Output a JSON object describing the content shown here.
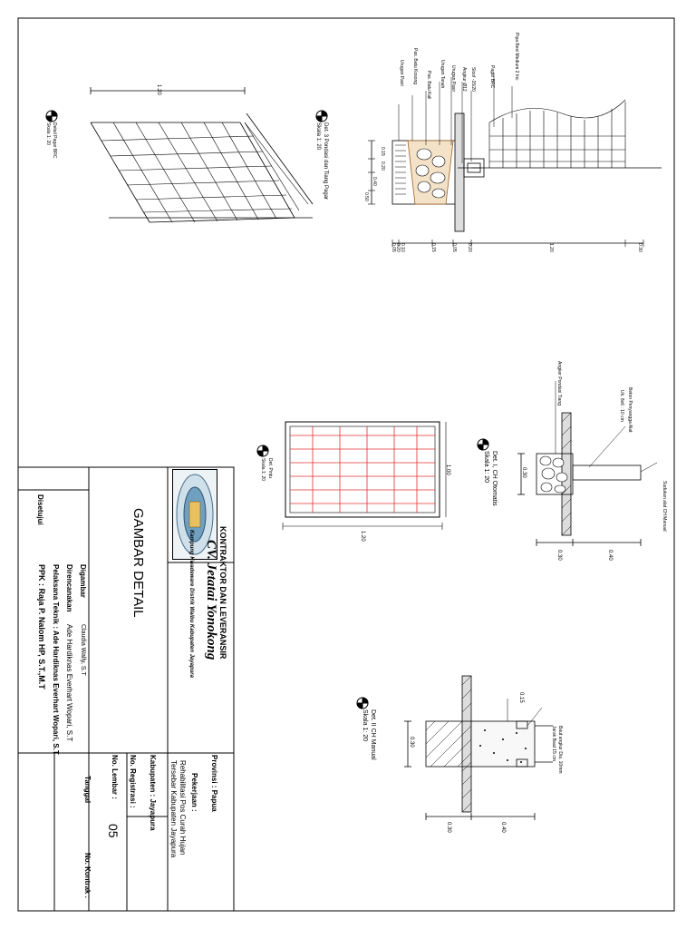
{
  "title_block": {
    "contractor_heading": "KONTRAKTOR DAN LEVERANSIR",
    "company_name": "CV. Jetatai Yonokong",
    "company_address": "Kampung Kwadeware Distrik Waibu Kabupaten Jayapura",
    "drawing_title": "GAMBAR DETAIL",
    "province": "Provinsi : Papua",
    "pekerjaan_label": "Pekerjaan :",
    "pekerjaan_line1": "Rehabilitasi Pos Curah Hujan",
    "pekerjaan_line2": "Tersebar Kabupaten Jayapura",
    "kabupaten": "Kabupaten : Jayapura",
    "registrasi": "No. Registrasi :",
    "lembar_label": "No. Lembar :",
    "lembar_value": "05",
    "tanggal": "Tanggal",
    "kontrak": "No. Kontrak :",
    "digambar_label": "Digambar",
    "digambar_value": "Claudia Wally, S.T",
    "direncanakan_label": "Direncanakan",
    "direncanakan_value": "Ade Hardiknas  Everhart Wopari, S.T",
    "pelaksana": "Pelaksana Teknik : Ade Hardiknas  Everhart Wopari, S.T",
    "ppk": "PPK : Raja P. Nalom HP, S.T.,M.T",
    "disetujui": "Disetujui"
  },
  "details": {
    "pagar": {
      "label": "Detail Pagar BRC",
      "scale": "Skala 1: 20",
      "dim": "1.20"
    },
    "pondasi": {
      "label": "Det. 3 Pondasi dan Tiang Pagar",
      "scale": "Skala 1: 20",
      "callouts": [
        "Pipa Besi Medium 2 Inc",
        "Pagar BRC",
        "Sloof -15/20",
        "Angkur Ø12",
        "Urugan Pasir",
        "Urugan Tanah",
        "Pas. Batu Kali",
        "Pas. Batu Kosong",
        "Urugan Pasir"
      ],
      "dims_v": [
        "0.15",
        "0.20",
        "0.40",
        "0.50"
      ],
      "dims_h": [
        "0.30",
        "1.20",
        "0.20",
        "0.05",
        "0.15",
        "0.10",
        "0.20",
        "0.05"
      ]
    },
    "ch_otomatis": {
      "label": "Det. I, CH Otomatis",
      "scale": "Skala 1: 20",
      "callouts": [
        "Angker Pondasi Tiang",
        "Beton Penyangga Alat",
        "Uk. 8x6 : 10 cm",
        "Sudukan alat CH Manual"
      ],
      "dims": [
        "0.30",
        "0.40",
        "0.30"
      ]
    },
    "pintu": {
      "label": "Det. Pintu",
      "scale": "Skala 1: 20",
      "dims": [
        "1.00",
        "1.20"
      ]
    },
    "ch_manual": {
      "label": "Det. II CH Manual",
      "scale": "Skala 1: 20",
      "callouts": [
        "Baut angkur Dia. 10mm",
        "Jarak Baut 15 cm"
      ],
      "dims": [
        "0.15",
        "0.30",
        "0.40",
        "0.30"
      ]
    }
  }
}
